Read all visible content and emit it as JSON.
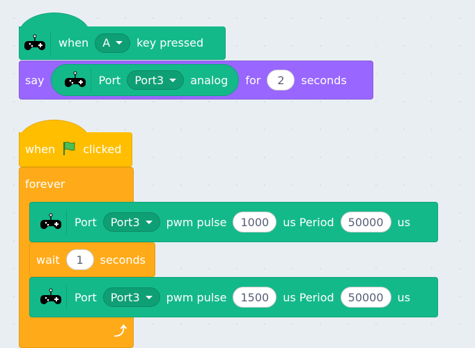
{
  "script1": {
    "hat": {
      "when": "when",
      "key": "A",
      "key_pressed": "key pressed"
    },
    "say": {
      "say": "say",
      "port": "Port",
      "port_value": "Port3",
      "analog": "analog",
      "for": "for",
      "secs": "2",
      "seconds": "seconds"
    }
  },
  "script2": {
    "hat": {
      "when": "when",
      "clicked": "clicked"
    },
    "forever": "forever",
    "pwm1": {
      "port": "Port",
      "port_value": "Port3",
      "pwm_pulse": "pwm pulse",
      "pulse": "1000",
      "us_period": "us Period",
      "period": "50000",
      "us": "us"
    },
    "wait": {
      "wait": "wait",
      "secs": "1",
      "seconds": "seconds"
    },
    "pwm2": {
      "port": "Port",
      "port_value": "Port3",
      "pwm_pulse": "pwm pulse",
      "pulse": "1500",
      "us_period": "us Period",
      "period": "50000",
      "us": "us"
    }
  },
  "colors": {
    "sensor": "#14b98a",
    "looks": "#9966ff",
    "events": "#ffbf00",
    "control": "#ffab19"
  }
}
